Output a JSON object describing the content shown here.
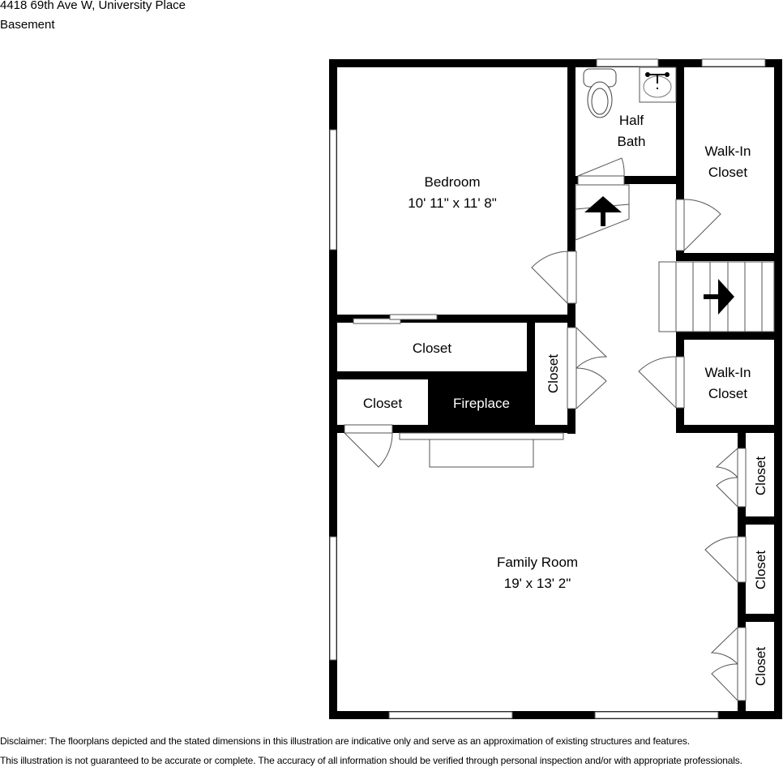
{
  "header": {
    "address": "4418 69th Ave W, University Place",
    "level": "Basement"
  },
  "rooms": {
    "bedroom": {
      "name": "Bedroom",
      "dims": "10' 11\" x 11' 8\""
    },
    "half_bath": {
      "line1": "Half",
      "line2": "Bath"
    },
    "walk_in_closet_top": {
      "line1": "Walk-In",
      "line2": "Closet"
    },
    "walk_in_closet_mid": {
      "line1": "Walk-In",
      "line2": "Closet"
    },
    "closet_long": {
      "name": "Closet"
    },
    "closet_small": {
      "name": "Closet"
    },
    "fireplace": {
      "name": "Fireplace"
    },
    "closet_vertical": {
      "name": "Closet"
    },
    "closet_right_1": {
      "name": "Closet"
    },
    "closet_right_2": {
      "name": "Closet"
    },
    "closet_right_3": {
      "name": "Closet"
    },
    "family_room": {
      "name": "Family Room",
      "dims": "19' x 13' 2\""
    }
  },
  "icons": {
    "stairs_up_arrow": "arrow-up",
    "stairs_right_arrow": "arrow-right"
  },
  "colors": {
    "wall": "#000000",
    "background": "#ffffff",
    "fixture_stroke": "#555555"
  },
  "disclaimer": {
    "line1": "Disclaimer: The floorplans depicted and the stated dimensions in this illustration are indicative only and serve as an approximation of existing structures and features.",
    "line2": "This illustration is not guaranteed to be accurate or complete. The accuracy of all information should be verified through personal inspection and/or with appropriate professionals."
  }
}
